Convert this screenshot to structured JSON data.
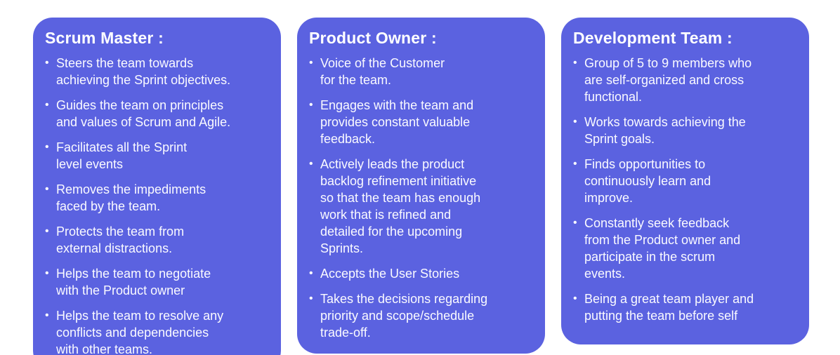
{
  "colors": {
    "card_bg": "#5b62e0",
    "card_text": "#ffffff",
    "page_bg": "#ffffff"
  },
  "bullet_glyph": "•",
  "cards": [
    {
      "title": "Scrum Master :",
      "bullets": [
        "Steers the team towards\nachieving the Sprint objectives.",
        "Guides the team on principles\nand values of Scrum and Agile.",
        "Facilitates all the Sprint\nlevel events",
        "Removes the impediments\nfaced by the team.",
        "Protects the team from\nexternal distractions.",
        "Helps the team to negotiate\nwith the Product owner",
        "Helps the team to resolve any\nconflicts and dependencies\nwith other teams."
      ]
    },
    {
      "title": "Product Owner :",
      "bullets": [
        "Voice of the Customer\nfor the team.",
        "Engages with the team and\nprovides constant valuable\nfeedback.",
        "Actively leads the product\nbacklog refinement initiative\nso that the team has enough\nwork that is refined and\ndetailed for the upcoming\nSprints.",
        "Accepts the User Stories",
        "Takes the decisions regarding\npriority and scope/schedule\ntrade-off."
      ]
    },
    {
      "title": "Development Team :",
      "bullets": [
        "Group of 5 to 9 members who\nare self-organized and cross\nfunctional.",
        "Works towards achieving the\nSprint goals.",
        "Finds opportunities to\ncontinuously learn and\nimprove.",
        "Constantly seek feedback\nfrom the Product owner and\nparticipate in the scrum\nevents.",
        "Being a great team player and\nputting the team before self"
      ]
    }
  ]
}
